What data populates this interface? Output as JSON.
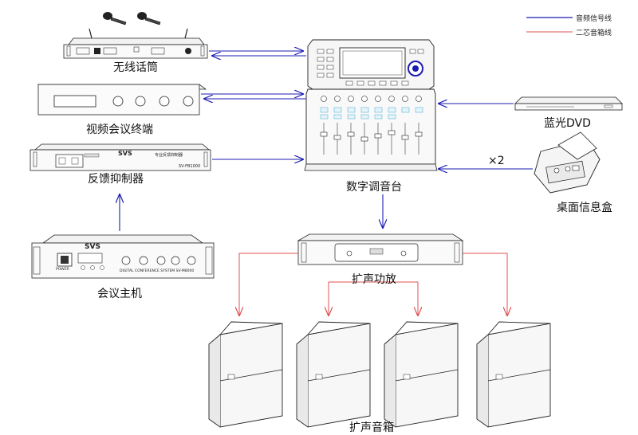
{
  "legend": {
    "audio_signal_line": "音频信号线",
    "speaker_line": "二芯音箱线",
    "audio_color": "#1b1bb3",
    "speaker_color": "#e05050"
  },
  "devices": {
    "wireless_mic": "无线话筒",
    "video_conference": "视频会议终端",
    "feedback_suppressor": "反馈抑制器",
    "conference_host": "会议主机",
    "digital_mixer": "数字调音台",
    "bluray_dvd": "蓝光DVD",
    "desktop_info_box": "桌面信息盒",
    "amplifier": "扩声功放",
    "speakers": "扩声音箱"
  },
  "annotations": {
    "info_box_count": "×2",
    "svs_brand": "SVS",
    "svs_brand_host": "SVS",
    "host_panel_text": "DIGITAL CONFERENCE SYSTEM SV-M8000",
    "host_power": "POWER",
    "suppressor_model": "SV-FB1000",
    "suppressor_desc": "专业反馈抑制器"
  }
}
